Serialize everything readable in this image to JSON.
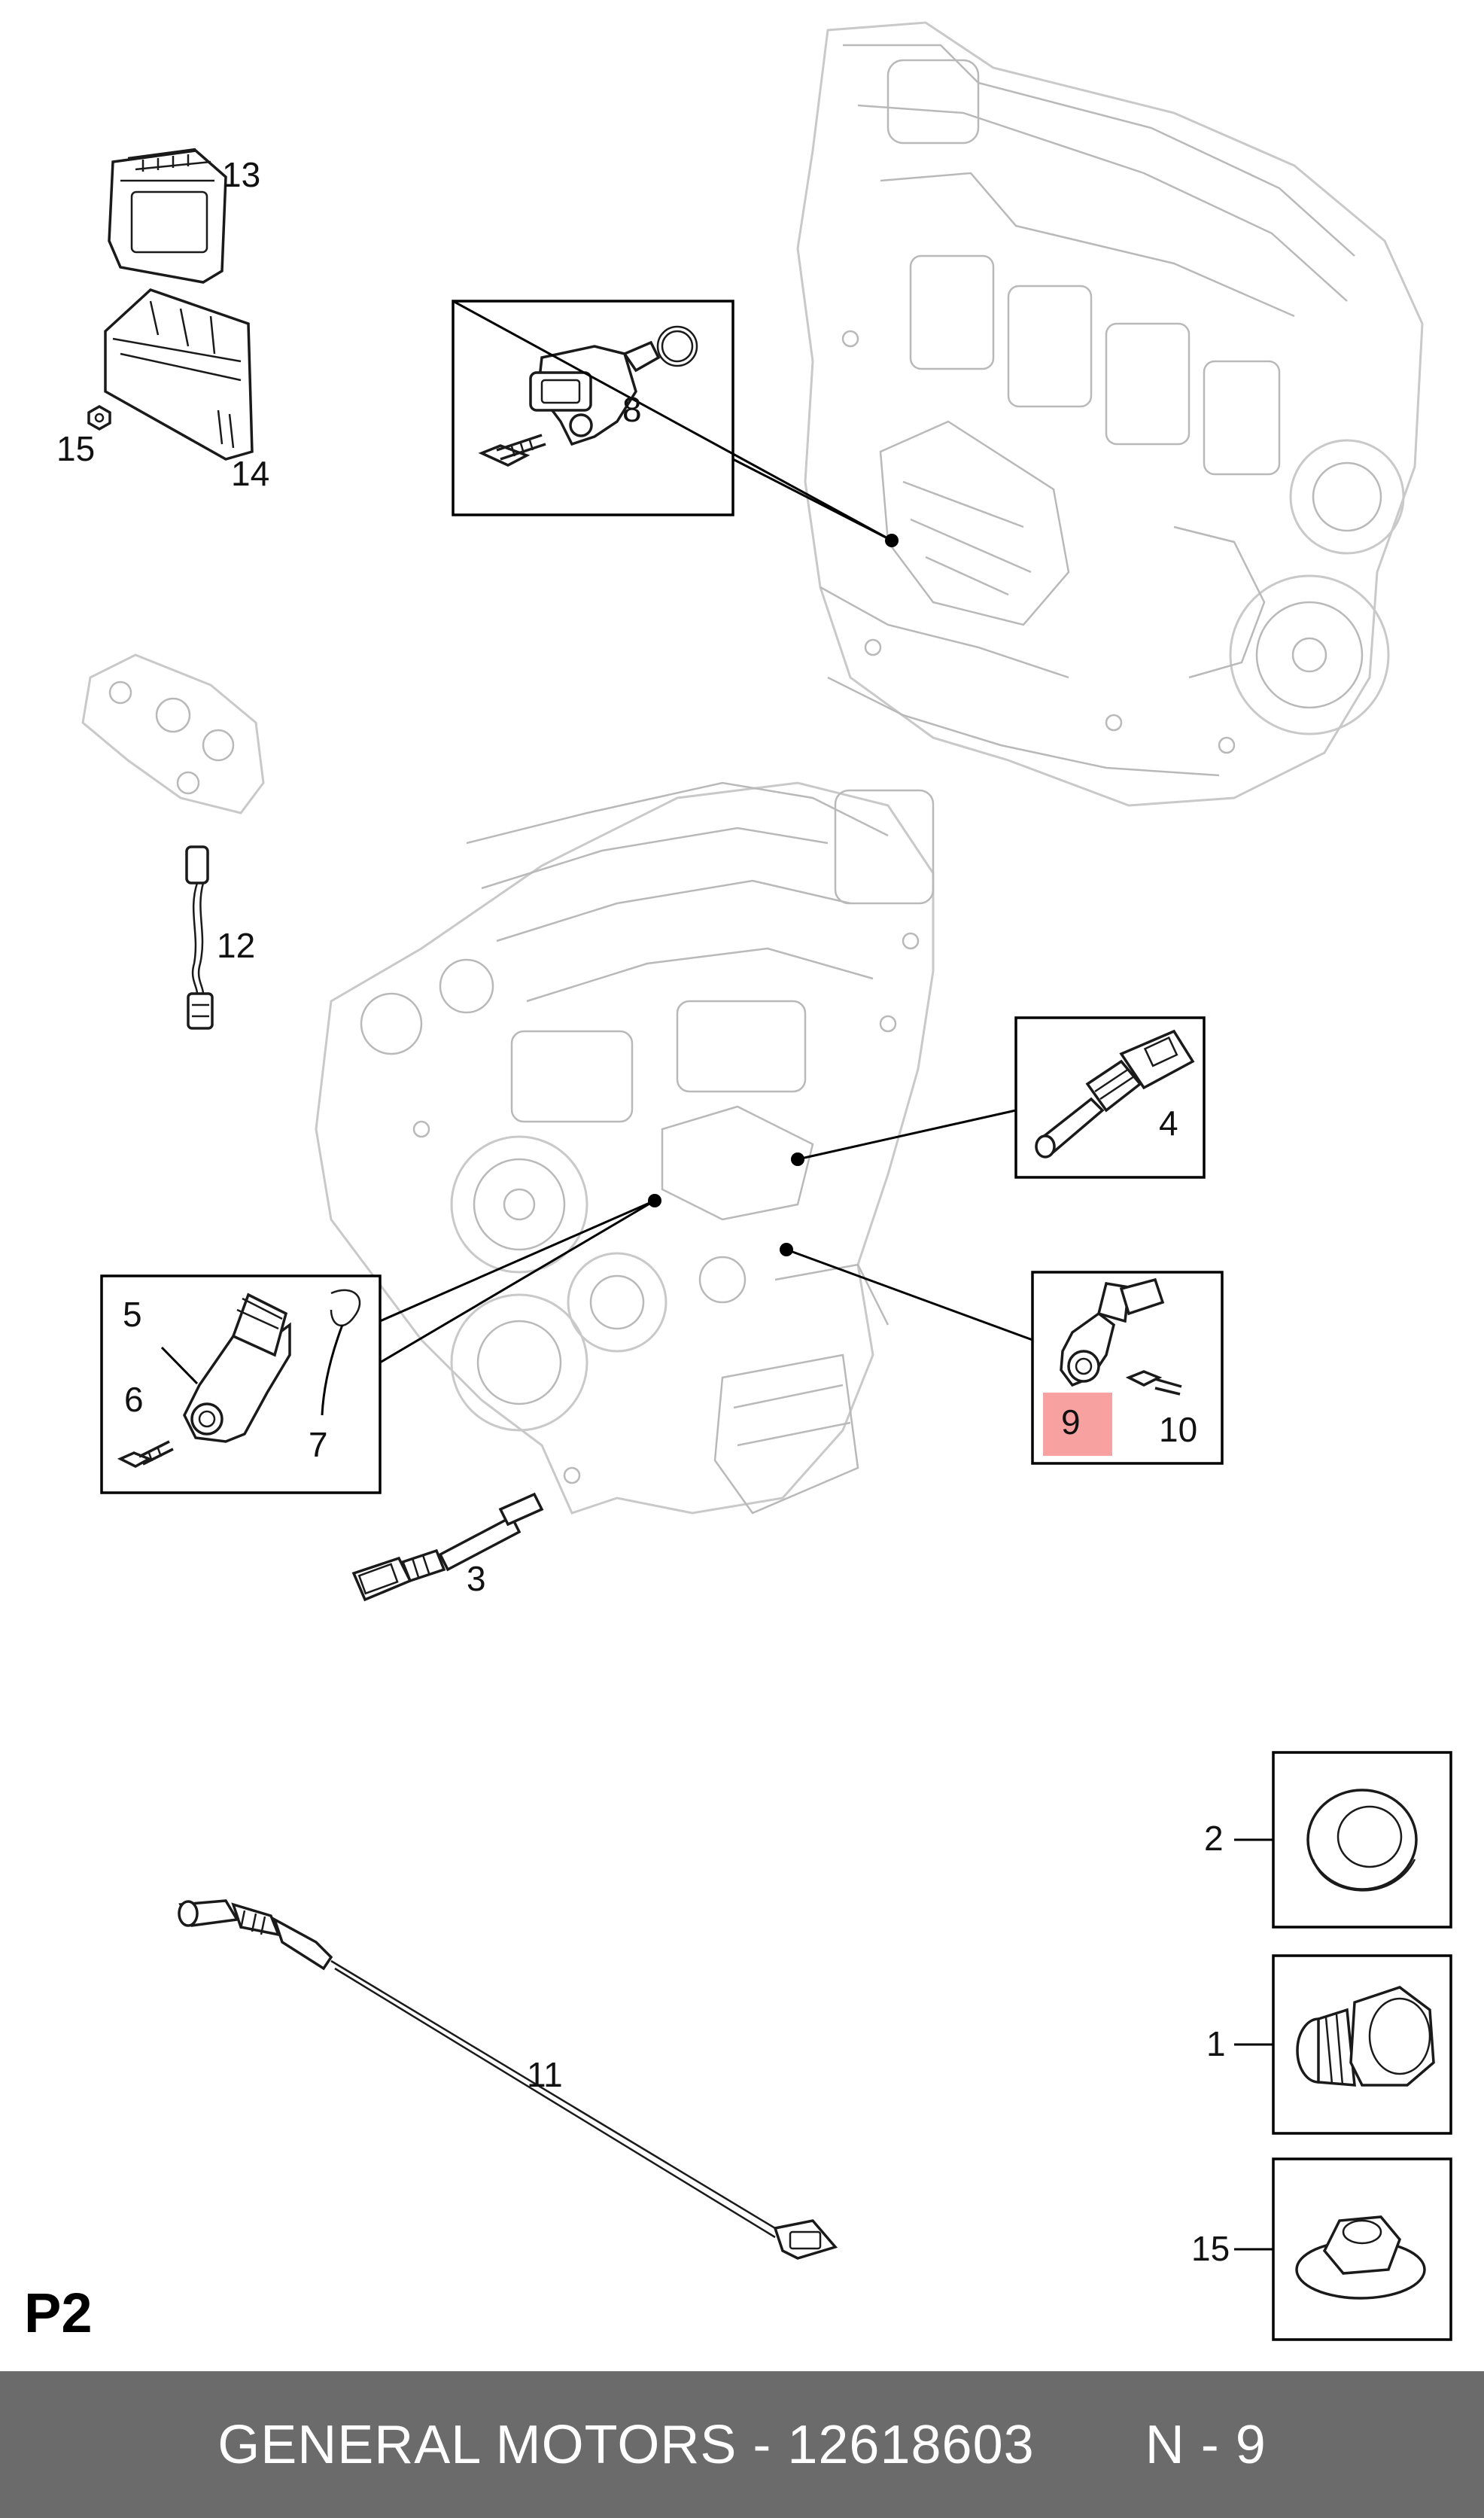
{
  "page_code": "P2",
  "footer": {
    "brand": "GENERAL MOTORS",
    "separator": " - ",
    "part_number": "12618603",
    "position": "N - 9"
  },
  "highlight_color": "#f7a1a1",
  "callouts": {
    "c1": "1",
    "c2": "2",
    "c3": "3",
    "c4": "4",
    "c5": "5",
    "c6": "6",
    "c7": "7",
    "c8": "8",
    "c9": "9",
    "c10": "10",
    "c11": "11",
    "c12": "12",
    "c13": "13",
    "c14": "14",
    "c15a": "15",
    "c15b": "15"
  },
  "highlighted_callout": "9"
}
